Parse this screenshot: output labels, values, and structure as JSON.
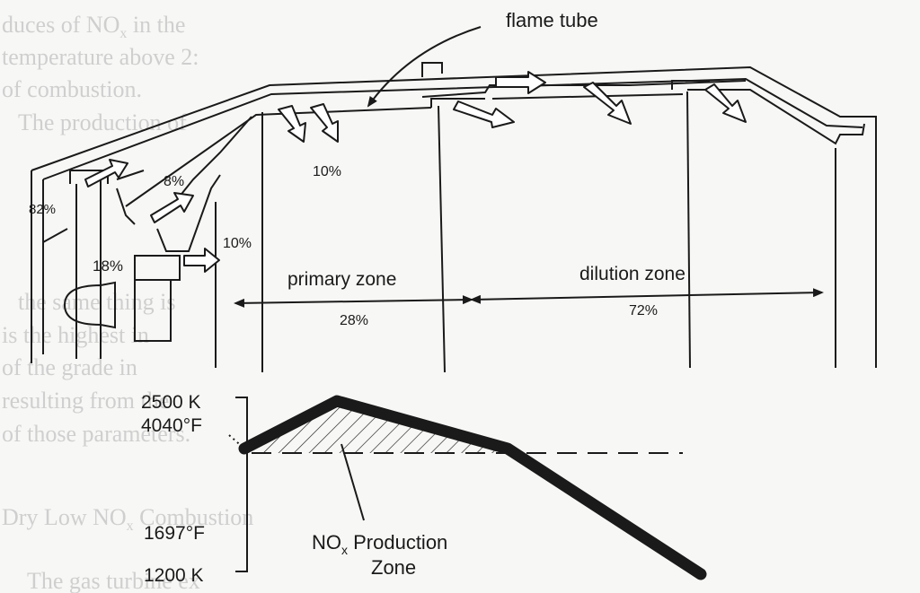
{
  "labels": {
    "flame_tube": "flame tube",
    "pct_82": "82%",
    "pct_18": "18%",
    "pct_8": "8%",
    "pct_10_top": "10%",
    "pct_10_side": "10%",
    "primary_zone": "primary zone",
    "primary_pct": "28%",
    "dilution_zone": "dilution zone",
    "dilution_pct": "72%"
  },
  "axis": {
    "top_k": "2500 K",
    "top_f": "4040°F",
    "mid_f": "1697°F",
    "bottom_k": "1200 K"
  },
  "nox": {
    "line1_main": "NO",
    "line1_sub": "x",
    "line1_rest": " Production",
    "line2": "Zone"
  },
  "background_text": {
    "t1": "duces of NO",
    "t1_sub": "x",
    "t1_rest": " in the",
    "t2": "temperature above 2:",
    "t3": "of combustion.",
    "t4": "The production of",
    "t5": "the same thing is",
    "t6": "is the highest in",
    "t7": "of the grade in",
    "t8": "resulting from the",
    "t9": "of those parameters.",
    "t10": "Dry Low NO",
    "t10_sub": "x",
    "t10_rest": " Combustion",
    "t11": "The gas turbine ex"
  },
  "colors": {
    "ink": "#1a1a1a",
    "faded": "#cfcfcf",
    "paper": "#f7f7f5"
  }
}
